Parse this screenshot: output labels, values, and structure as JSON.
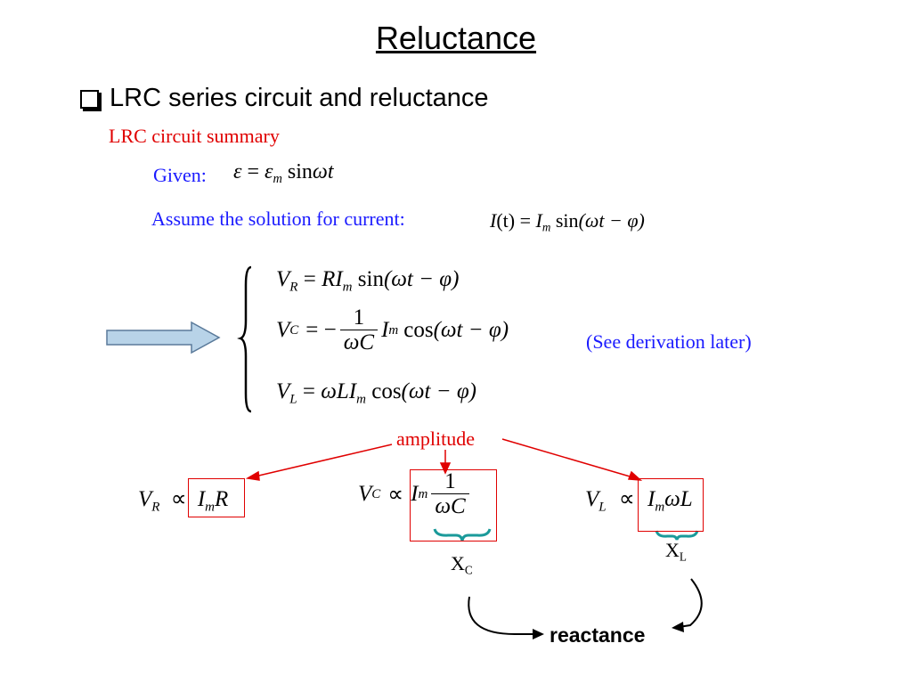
{
  "slide": {
    "title": "Reluctance",
    "bullet": "LRC series circuit and reluctance",
    "subheading": "LRC circuit summary",
    "given_label": "Given:",
    "given_eq": {
      "lhs": "ε",
      "op": "=",
      "amp": "ε",
      "amp_sub": "m",
      "func": "sin",
      "arg": "ωt"
    },
    "assume_label": "Assume the solution for current:",
    "current_eq": {
      "lhs": "I",
      "lhs_arg": "(t)",
      "op": "=",
      "amp": "I",
      "amp_sub": "m",
      "func": "sin",
      "arg": "(ωt − φ)"
    },
    "system": [
      {
        "lhs": "V",
        "sub": "R",
        "op": "=",
        "coef": "RI",
        "coef_sub": "m",
        "func": "sin",
        "arg": "(ωt − φ)"
      },
      {
        "lhs": "V",
        "sub": "C",
        "op": "= −",
        "num": "1",
        "den": "ωC",
        "amp": "I",
        "amp_sub": "m",
        "func": "cos",
        "arg": "(ωt − φ)"
      },
      {
        "lhs": "V",
        "sub": "L",
        "op": "=",
        "coef": "ωLI",
        "coef_sub": "m",
        "func": "cos",
        "arg": "(ωt − φ)"
      }
    ],
    "note": "(See derivation later)",
    "amplitude_label": "amplitude",
    "props": [
      {
        "lhs": "V",
        "sub": "R",
        "sym": "∝",
        "amp": "I",
        "amp_sub": "m",
        "rest": "R"
      },
      {
        "lhs": "V",
        "sub": "C",
        "sym": "∝",
        "amp": "I",
        "amp_sub": "m",
        "num": "1",
        "den": "ωC"
      },
      {
        "lhs": "V",
        "sub": "L",
        "sym": "∝",
        "amp": "I",
        "amp_sub": "m",
        "rest": "ωL"
      }
    ],
    "xc_label": {
      "main": "X",
      "sub": "C"
    },
    "xl_label": {
      "main": "X",
      "sub": "L"
    },
    "reactance_label": "reactance",
    "colors": {
      "red": "#e00000",
      "blue": "#1a1aff",
      "teal": "#1a9a9a",
      "arrow_fill": "#b8d3e8",
      "arrow_stroke": "#5a7a9a"
    }
  }
}
